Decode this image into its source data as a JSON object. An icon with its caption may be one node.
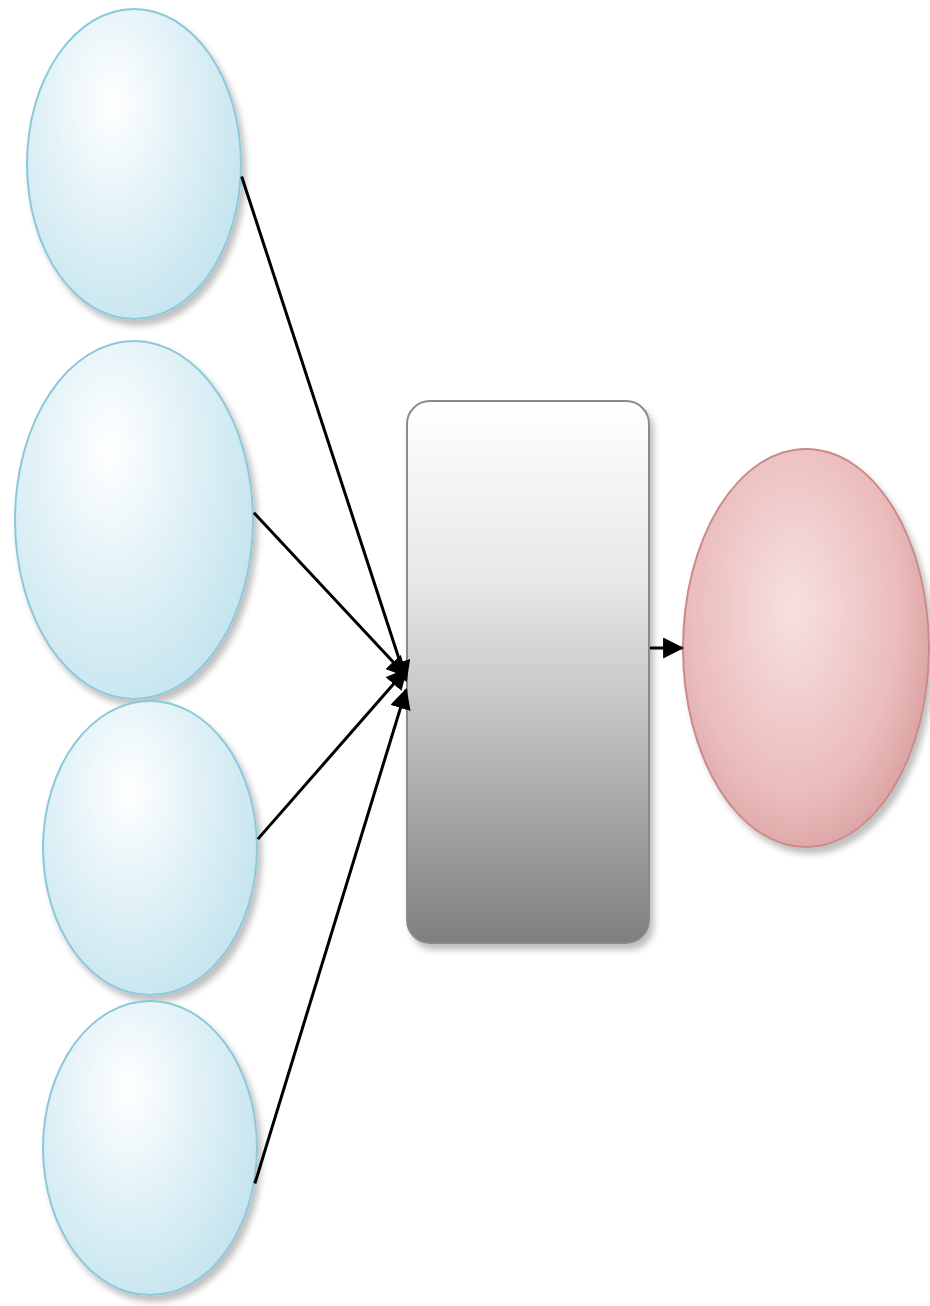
{
  "diagram": {
    "nodes": [
      {
        "text": [],
        "shape": "ellipse"
      },
      {
        "text": [],
        "shape": "ellipse"
      },
      {
        "text": [],
        "shape": "ellipse"
      },
      {
        "text": [],
        "shape": "ellipse"
      },
      {
        "text": [],
        "shape": "box"
      },
      {
        "text": [],
        "shape": "ellipse"
      }
    ],
    "edges": [
      {
        "from": 0,
        "to": 4,
        "arrow": "to"
      },
      {
        "from": 1,
        "to": 4,
        "arrow": "to"
      },
      {
        "from": 2,
        "to": 4,
        "arrow": "to"
      },
      {
        "from": 3,
        "to": 4,
        "arrow": "to"
      },
      {
        "from": 4,
        "to": 5,
        "arrow": "to"
      }
    ]
  }
}
